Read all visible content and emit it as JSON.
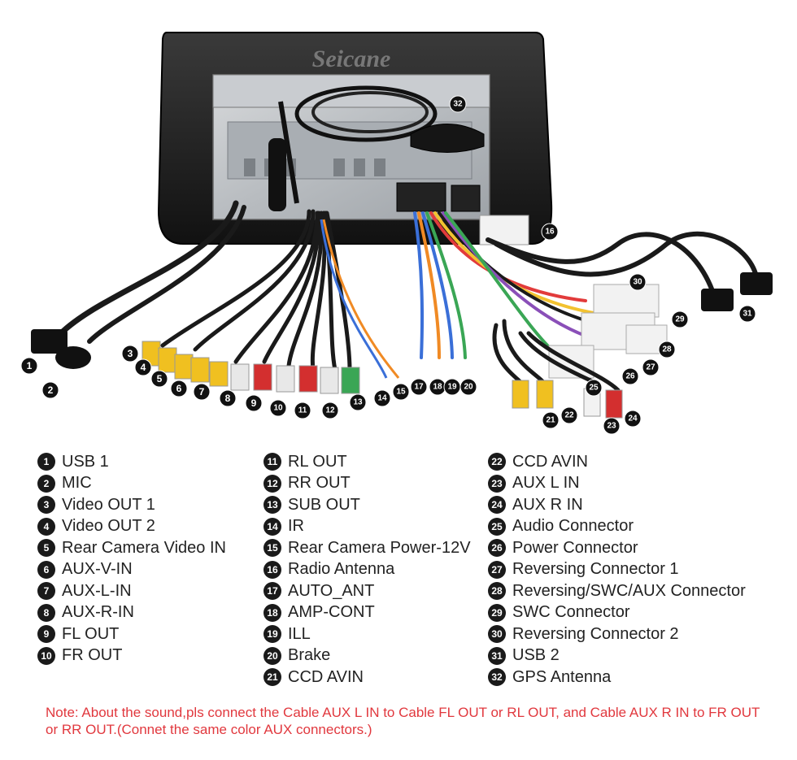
{
  "brand": "Seicane",
  "legend": [
    {
      "num": "1",
      "label": "USB 1"
    },
    {
      "num": "2",
      "label": "MIC"
    },
    {
      "num": "3",
      "label": "Video OUT 1"
    },
    {
      "num": "4",
      "label": "Video OUT 2"
    },
    {
      "num": "5",
      "label": "Rear Camera Video IN"
    },
    {
      "num": "6",
      "label": "AUX-V-IN"
    },
    {
      "num": "7",
      "label": "AUX-L-IN"
    },
    {
      "num": "8",
      "label": "AUX-R-IN"
    },
    {
      "num": "9",
      "label": "FL OUT"
    },
    {
      "num": "10",
      "label": "FR OUT"
    },
    {
      "num": "11",
      "label": "RL OUT"
    },
    {
      "num": "12",
      "label": "RR OUT"
    },
    {
      "num": "13",
      "label": "SUB OUT"
    },
    {
      "num": "14",
      "label": "IR"
    },
    {
      "num": "15",
      "label": "Rear Camera Power-12V"
    },
    {
      "num": "16",
      "label": "Radio Antenna"
    },
    {
      "num": "17",
      "label": "AUTO_ANT"
    },
    {
      "num": "18",
      "label": "AMP-CONT"
    },
    {
      "num": "19",
      "label": "ILL"
    },
    {
      "num": "20",
      "label": "Brake"
    },
    {
      "num": "21",
      "label": "CCD AVIN"
    },
    {
      "num": "22",
      "label": "CCD AVIN"
    },
    {
      "num": "23",
      "label": "AUX L IN"
    },
    {
      "num": "24",
      "label": "AUX R IN"
    },
    {
      "num": "25",
      "label": "Audio Connector"
    },
    {
      "num": "26",
      "label": "Power Connector"
    },
    {
      "num": "27",
      "label": "Reversing Connector 1"
    },
    {
      "num": "28",
      "label": "Reversing/SWC/AUX Connector"
    },
    {
      "num": "29",
      "label": "SWC Connector"
    },
    {
      "num": "30",
      "label": "Reversing Connector 2"
    },
    {
      "num": "31",
      "label": "USB 2"
    },
    {
      "num": "32",
      "label": "GPS Antenna"
    }
  ],
  "note": "Note: About the sound,pls connect the Cable AUX L IN to Cable FL OUT or RL OUT, and Cable AUX R IN to FR OUT or RR OUT.(Connet the same color AUX connectors.)"
}
